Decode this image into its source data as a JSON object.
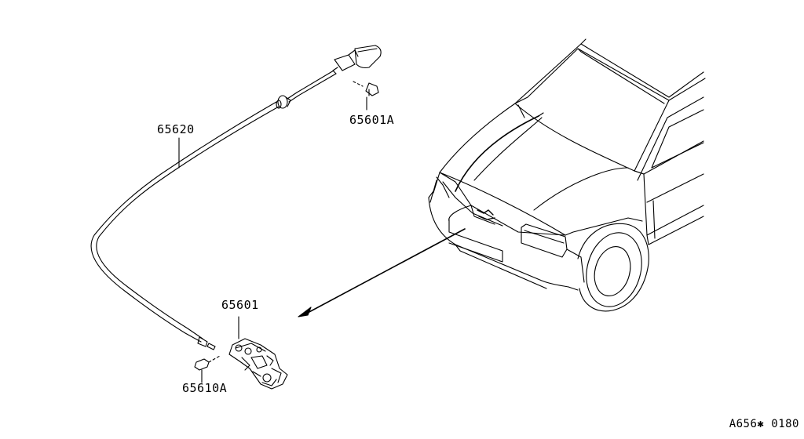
{
  "diagram": {
    "parts": [
      {
        "id": "cable",
        "label": "65620"
      },
      {
        "id": "clip",
        "label": "65601A"
      },
      {
        "id": "latch",
        "label": "65601"
      },
      {
        "id": "bolt",
        "label": "65610A"
      }
    ],
    "reference_code": "A656✱ 0180",
    "colors": {
      "line": "#000000",
      "background": "#ffffff"
    }
  }
}
